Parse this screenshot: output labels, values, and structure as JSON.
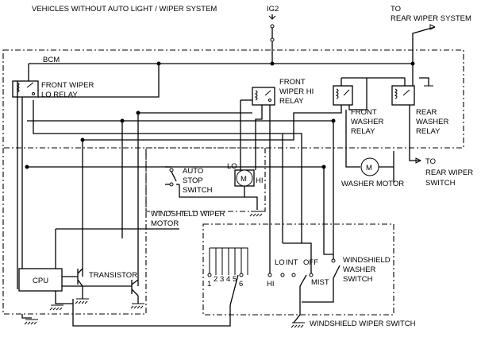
{
  "header": {
    "title": "VEHICLES WITHOUT AUTO LIGHT / WIPER SYSTEM",
    "power_label": "IG2",
    "rear_system_1": "TO",
    "rear_system_2": "REAR WIPER SYSTEM"
  },
  "bcm": {
    "label": "BCM"
  },
  "relays": {
    "lo_1": "FRONT WIPER",
    "lo_2": "LO RELAY",
    "hi_1": "FRONT",
    "hi_2": "WIPER HI",
    "hi_3": "RELAY",
    "fw_1": "FRONT",
    "fw_2": "WASHER",
    "fw_3": "RELAY",
    "rw_1": "REAR",
    "rw_2": "WASHER",
    "rw_3": "RELAY"
  },
  "motor": {
    "auto_1": "AUTO",
    "auto_2": "STOP",
    "auto_3": "SWITCH",
    "symbol": "M",
    "lo": "LO",
    "hi": "HI",
    "name_1": "WINDSHIELD WIPER",
    "name_2": "MOTOR"
  },
  "washer_motor": {
    "symbol": "M",
    "label": "WASHER MOTOR"
  },
  "rear_switch": {
    "line_1": "TO",
    "line_2": "REAR WIPER",
    "line_3": "SWITCH"
  },
  "cpu": {
    "label": "CPU",
    "transistor": "TRANSISTOR"
  },
  "wiper_switch": {
    "positions": [
      "1",
      "2",
      "3",
      "4",
      "5",
      "6"
    ],
    "lo": "LO",
    "int": "INT",
    "off": "OFF",
    "hi": "HI",
    "mist": "MIST",
    "washer_1": "WINDSHIELD",
    "washer_2": "WASHER",
    "washer_3": "SWITCH",
    "name": "WINDSHIELD WIPER SWITCH"
  }
}
